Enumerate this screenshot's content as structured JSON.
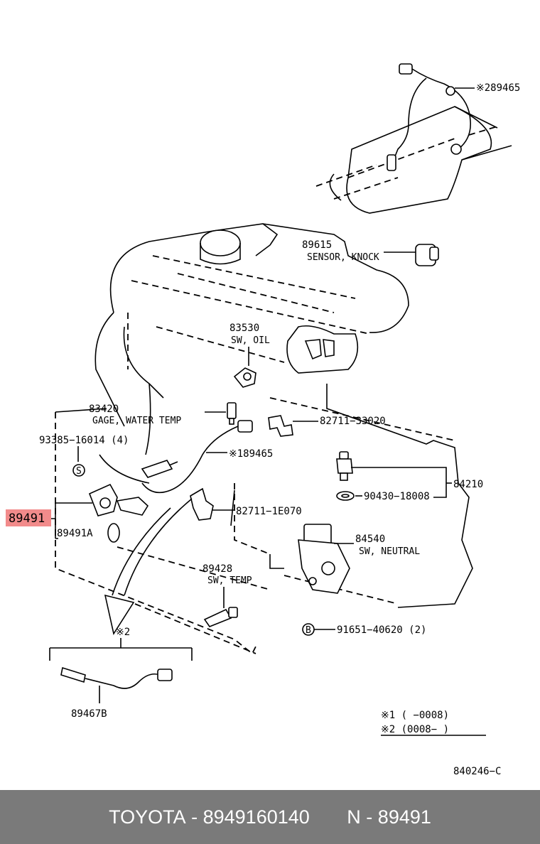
{
  "labels": {
    "p289465": "※289465",
    "p89615": "89615",
    "sensor_knock": "SENSOR, KNOCK",
    "p83530": "83530",
    "sw_oil": "SW, OIL",
    "p83420": "83420",
    "gage_water_temp": "GAGE, WATER TEMP",
    "p82711_33020": "82711−33020",
    "p93385": "93385−16014 (4)",
    "p189465": "※189465",
    "p84210": "84210",
    "p90430": "90430−18008",
    "p89491": "89491",
    "p89491A": "89491A",
    "p82711_1E070": "82711−1E070",
    "p84540": "84540",
    "sw_neutral": "SW, NEUTRAL",
    "p89428": "89428",
    "sw_temp": "SW, TEMP",
    "star2": "※2",
    "p91651": "91651−40620 (2)",
    "p89467B": "89467B",
    "s_mark": "S",
    "b_mark": "B",
    "note1": "※1 (      −0008)",
    "note2": "※2 (0008−      )",
    "drawing_no": "840246−C"
  },
  "highlight_color": "#f28b8b",
  "footer": {
    "brand": "TOYOTA",
    "sep1": " - ",
    "part_number": "8949160140",
    "gap": "       ",
    "n_label": "N",
    "sep2": " - ",
    "n_value": "89491"
  }
}
